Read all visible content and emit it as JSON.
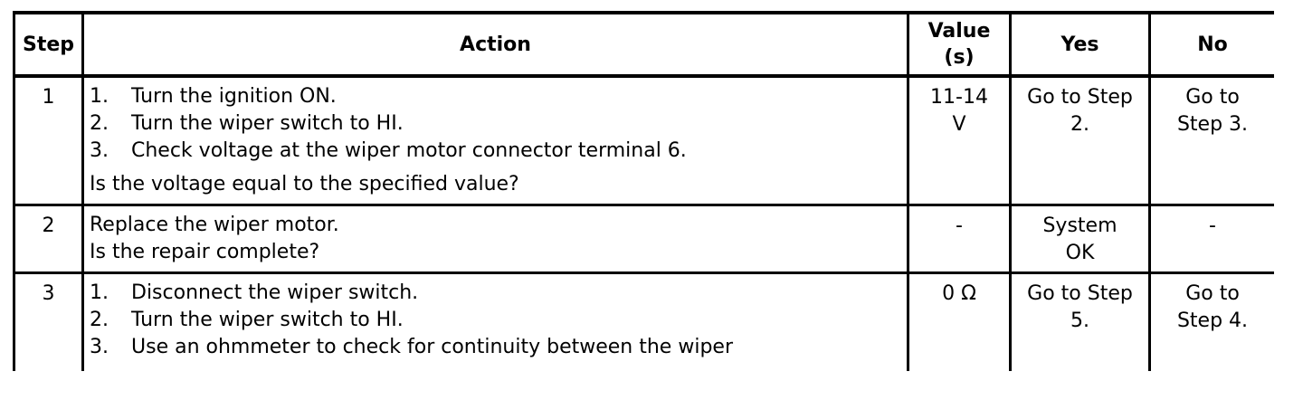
{
  "headers": {
    "step": "Step",
    "action": "Action",
    "value_line1": "Value",
    "value_line2": "(s)",
    "yes": "Yes",
    "no": "No"
  },
  "rows": [
    {
      "step": "1",
      "items": [
        {
          "num": "1.",
          "text": "Turn the ignition ON."
        },
        {
          "num": "2.",
          "text": "Turn the wiper switch to HI."
        },
        {
          "num": "3.",
          "text": "Check voltage at the wiper motor connector terminal 6."
        }
      ],
      "question": "Is the voltage equal to the specified value?",
      "value_line1": "11-14",
      "value_line2": "V",
      "yes_line1": "Go to Step",
      "yes_line2": "2.",
      "no_line1": "Go to",
      "no_line2": "Step 3."
    },
    {
      "step": "2",
      "line1": "Replace the wiper motor.",
      "line2": "Is the repair complete?",
      "value": "-",
      "yes_line1": "System",
      "yes_line2": "OK",
      "no": "-"
    },
    {
      "step": "3",
      "items": [
        {
          "num": "1.",
          "text": "Disconnect the wiper switch."
        },
        {
          "num": "2.",
          "text": "Turn the wiper switch to HI."
        },
        {
          "num": "3.",
          "text": "Use an ohmmeter to check for continuity between the wiper"
        }
      ],
      "value": "0 Ω",
      "yes_line1": "Go to Step",
      "yes_line2": "5.",
      "no_line1": "Go to",
      "no_line2": "Step 4."
    }
  ]
}
